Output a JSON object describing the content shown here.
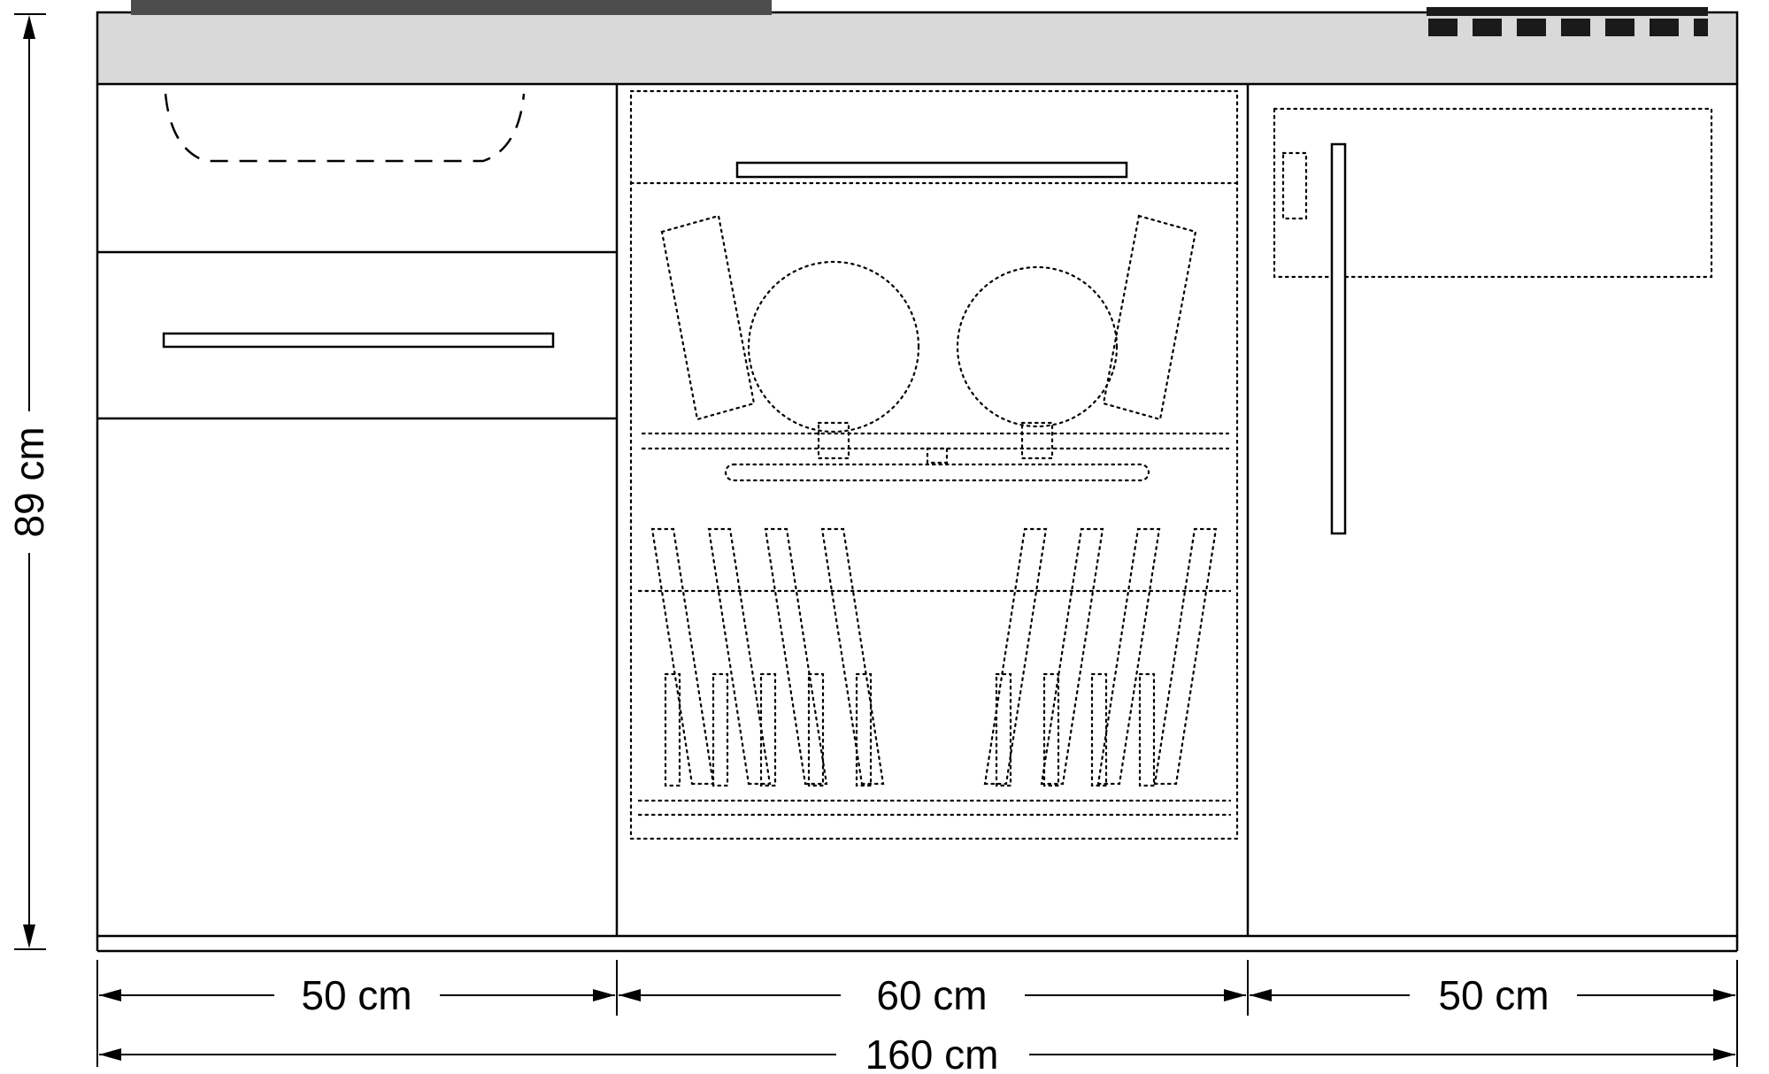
{
  "diagram": {
    "type": "kitchen-unit-front-elevation",
    "labels": {
      "height": "89 cm",
      "section_left": "50 cm",
      "section_middle": "60 cm",
      "section_right": "50 cm",
      "total": "160 cm"
    },
    "colors": {
      "background": "#ffffff",
      "line": "#000000",
      "countertop": "#d9d9d9",
      "cooktop": "#4d4d4d",
      "grill": "#1a1a1a"
    },
    "components": {
      "left": "sink-base-cabinet",
      "middle": "dishwasher",
      "right": "refrigerator"
    }
  }
}
